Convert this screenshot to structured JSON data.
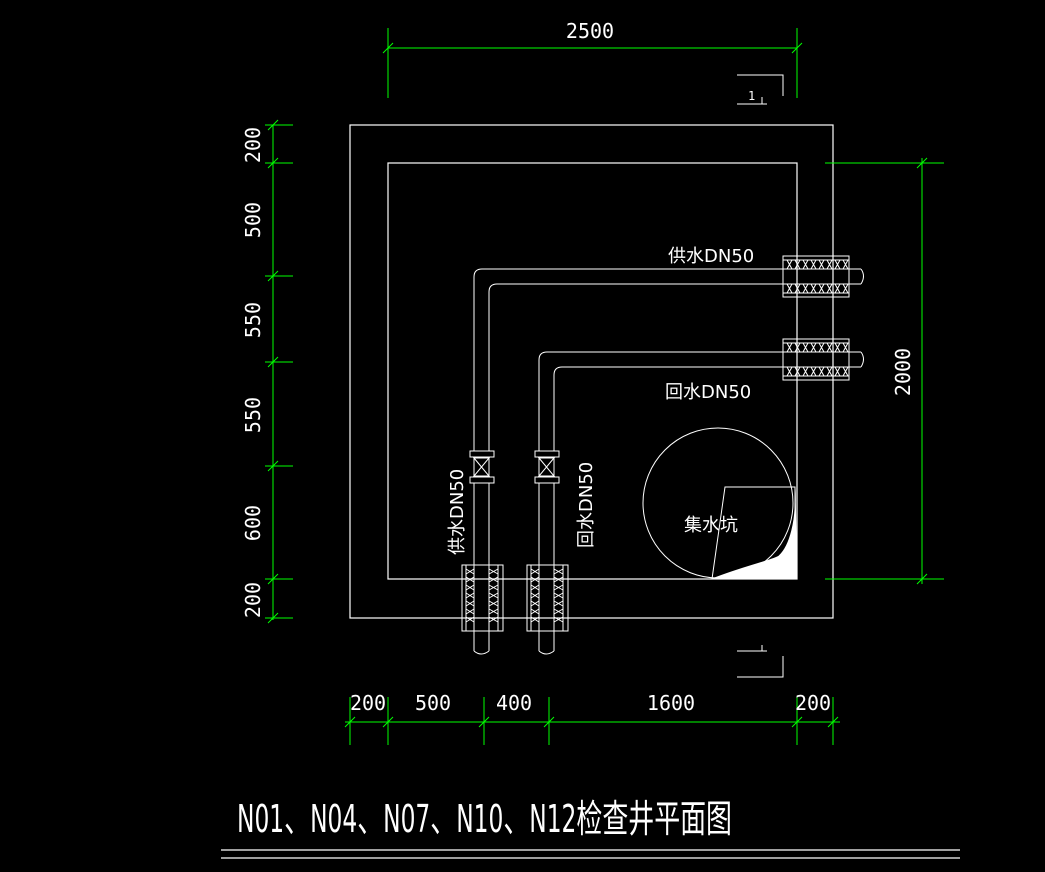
{
  "drawing": {
    "title": "N01、N04、N07、N10、N12检查井平面图",
    "dims_top": {
      "overall_width": "2500"
    },
    "dims_right": {
      "height": "2000"
    },
    "dims_left": [
      "200",
      "500",
      "550",
      "550",
      "600",
      "200"
    ],
    "dims_bottom": [
      "200",
      "500",
      "400",
      "1600",
      "200"
    ],
    "labels": {
      "supply_horizontal": "供水DN50",
      "return_horizontal": "回水DN50",
      "supply_vertical": "供水DN50",
      "return_vertical": "回水DN50",
      "sump": "集水坑"
    },
    "section_mark": "1"
  },
  "colors": {
    "background": "#000000",
    "lines": "#ffffff",
    "dimensions": "#00ff00"
  }
}
